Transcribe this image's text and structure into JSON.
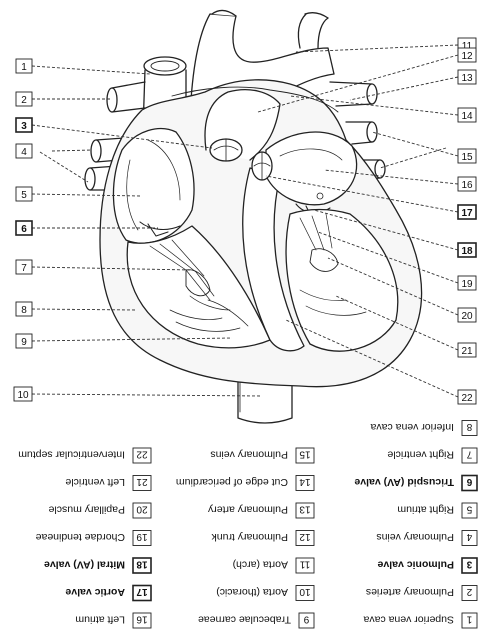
{
  "diagram": {
    "callout_numbers": [
      "1",
      "2",
      "3",
      "4",
      "5",
      "6",
      "7",
      "8",
      "9",
      "10",
      "11",
      "12",
      "13",
      "14",
      "15",
      "16",
      "17",
      "18",
      "19",
      "20",
      "21",
      "22"
    ]
  },
  "legend": [
    {
      "num": "1",
      "label": "Superior vena cava",
      "bold": false
    },
    {
      "num": "2",
      "label": "Pulmonary arteries",
      "bold": false
    },
    {
      "num": "3",
      "label": "Pulmonic valve",
      "bold": true
    },
    {
      "num": "4",
      "label": "Pulmonary veins",
      "bold": false
    },
    {
      "num": "5",
      "label": "Right atrium",
      "bold": false
    },
    {
      "num": "6",
      "label": "Tricuspid (AV) valve",
      "bold": true
    },
    {
      "num": "7",
      "label": "Right ventricle",
      "bold": false
    },
    {
      "num": "8",
      "label": "Inferior vena cava",
      "bold": false
    },
    {
      "num": "9",
      "label": "Trabeculae carneae",
      "bold": false
    },
    {
      "num": "10",
      "label": "Aorta (thoracic)",
      "bold": false
    },
    {
      "num": "11",
      "label": "Aorta (arch)",
      "bold": false
    },
    {
      "num": "12",
      "label": "Pulmonary trunk",
      "bold": false
    },
    {
      "num": "13",
      "label": "Pulmonary artery",
      "bold": false
    },
    {
      "num": "14",
      "label": "Cut edge of pericardium",
      "bold": false
    },
    {
      "num": "15",
      "label": "Pulmonary veins",
      "bold": false
    },
    {
      "num": "16",
      "label": "Left atrium",
      "bold": false
    },
    {
      "num": "17",
      "label": "Aortic valve",
      "bold": true
    },
    {
      "num": "18",
      "label": "Mitral (AV) valve",
      "bold": true
    },
    {
      "num": "19",
      "label": "Chordae tendineae",
      "bold": false
    },
    {
      "num": "20",
      "label": "Papillary muscle",
      "bold": false
    },
    {
      "num": "21",
      "label": "Left ventricle",
      "bold": false
    },
    {
      "num": "22",
      "label": "Interventricular septum",
      "bold": false
    }
  ]
}
